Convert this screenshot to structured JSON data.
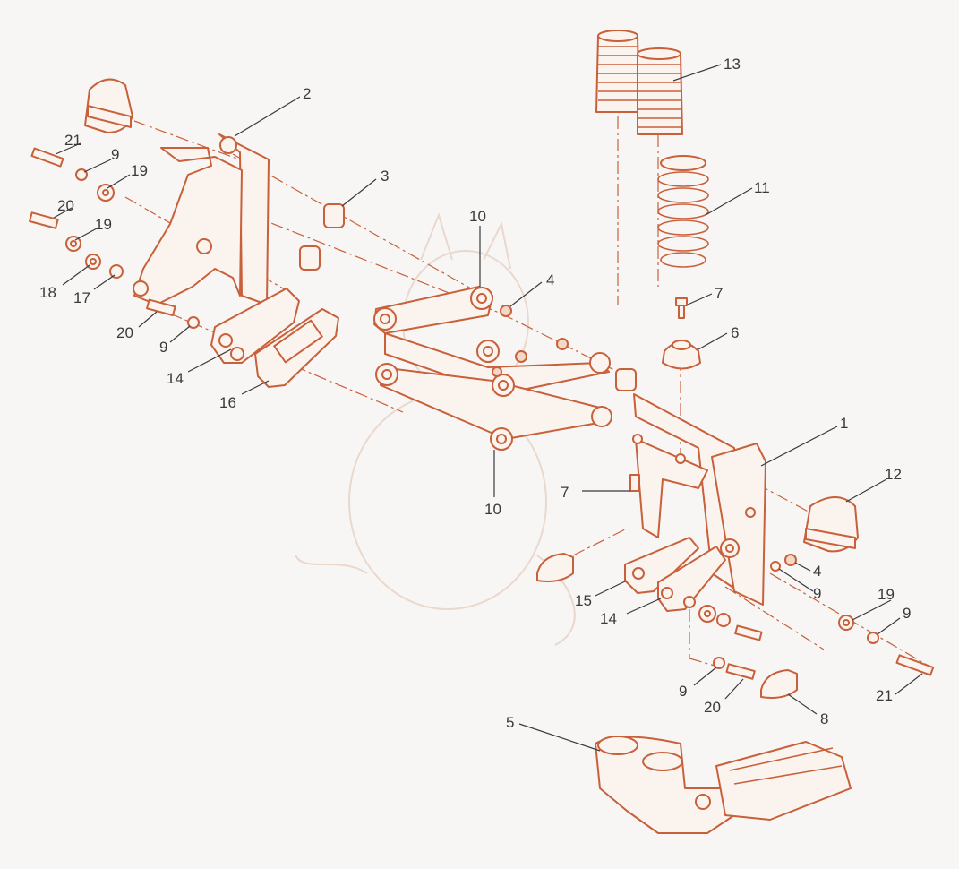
{
  "callouts": [
    {
      "id": "c2",
      "label": "2"
    },
    {
      "id": "c21a",
      "label": "21"
    },
    {
      "id": "c9a",
      "label": "9"
    },
    {
      "id": "c19a",
      "label": "19"
    },
    {
      "id": "c20a",
      "label": "20"
    },
    {
      "id": "c19b",
      "label": "19"
    },
    {
      "id": "c18",
      "label": "18"
    },
    {
      "id": "c17",
      "label": "17"
    },
    {
      "id": "c3",
      "label": "3"
    },
    {
      "id": "c20b",
      "label": "20"
    },
    {
      "id": "c9b",
      "label": "9"
    },
    {
      "id": "c14a",
      "label": "14"
    },
    {
      "id": "c16",
      "label": "16"
    },
    {
      "id": "c10a",
      "label": "10"
    },
    {
      "id": "c4a",
      "label": "4"
    },
    {
      "id": "c10b",
      "label": "10"
    },
    {
      "id": "c13",
      "label": "13"
    },
    {
      "id": "c11",
      "label": "11"
    },
    {
      "id": "c7a",
      "label": "7"
    },
    {
      "id": "c6",
      "label": "6"
    },
    {
      "id": "c1",
      "label": "1"
    },
    {
      "id": "c7b",
      "label": "7"
    },
    {
      "id": "c12",
      "label": "12"
    },
    {
      "id": "c4b",
      "label": "4"
    },
    {
      "id": "c9c",
      "label": "9"
    },
    {
      "id": "c15",
      "label": "15"
    },
    {
      "id": "c14b",
      "label": "14"
    },
    {
      "id": "c19c",
      "label": "19"
    },
    {
      "id": "c9d",
      "label": "9"
    },
    {
      "id": "c9e",
      "label": "9"
    },
    {
      "id": "c20c",
      "label": "20"
    },
    {
      "id": "c8",
      "label": "8"
    },
    {
      "id": "c21b",
      "label": "21"
    },
    {
      "id": "c5",
      "label": "5"
    }
  ],
  "colors": {
    "line": "#c8603a",
    "label": "#3a3a3a",
    "background": "#f7f6f5"
  }
}
